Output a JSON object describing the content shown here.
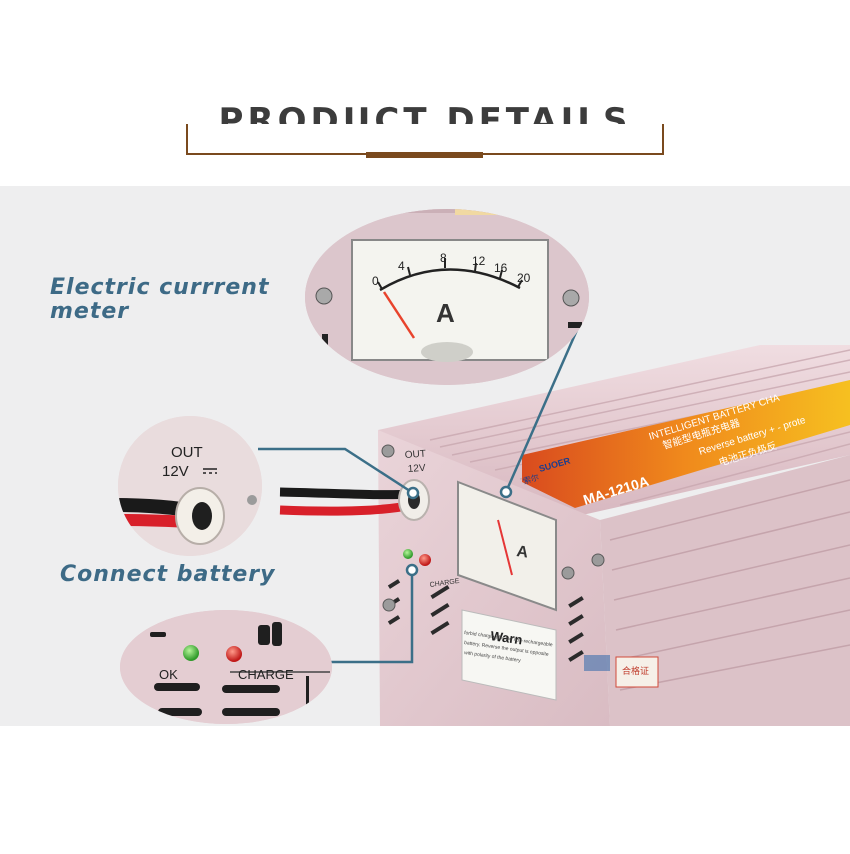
{
  "header": {
    "title": "PRODUCT DETAILS"
  },
  "callouts": {
    "meter": "Electric currrent meter",
    "battery": "Connect battery"
  },
  "meter": {
    "scale_labels": [
      "0",
      "4",
      "8",
      "12",
      "16",
      "20"
    ],
    "unit": "A",
    "needle_value": 0
  },
  "port": {
    "out": "OUT",
    "volt": "12V"
  },
  "indicators": {
    "ok": "OK",
    "charge": "CHARGE"
  },
  "device": {
    "brand_cn": "索尔",
    "brand": "SUOER",
    "model": "MA-1210A",
    "line1": "INTELLIGENT BATTERY CHA",
    "line2_cn": "智能型电瓶充电器",
    "line3": "Reverse battery + - prote",
    "line4_cn": "电池正负极反",
    "warn_title": "Warn",
    "warn_text1": "forbid charging for the non-rechargeable",
    "warn_text2": "battery. Reverse the output is opposite",
    "warn_text3": "with polarity of the battery",
    "cert": "合格证"
  },
  "colors": {
    "accent_brown": "#7a4a1e",
    "callout_blue": "#3d6a86",
    "line_teal": "#3b6f88",
    "body_pink": "#e2c9cf",
    "bg_grey": "#eeeeef"
  }
}
